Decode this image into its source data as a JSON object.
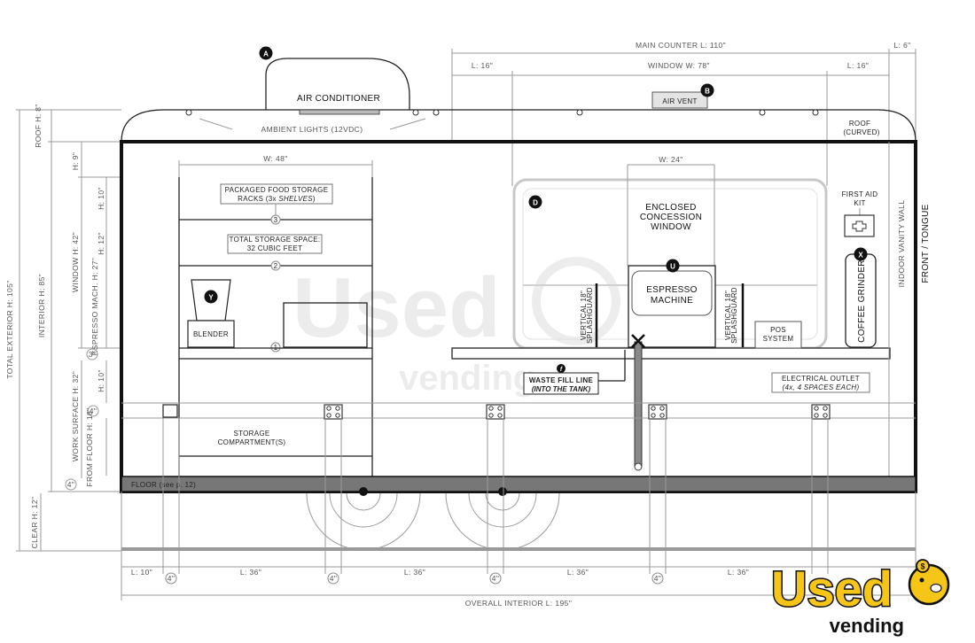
{
  "dimensions": {
    "main_counter": "MAIN COUNTER L: 110\"",
    "l6": "L: 6\"",
    "l16_left": "L: 16\"",
    "window_w": "WINDOW W: 78\"",
    "l16_right": "L: 16\"",
    "w48": "W: 48\"",
    "w24": "W: 24\"",
    "roof_h": "ROOF H: 8\"",
    "total_ext": "TOTAL EXTERIOR H: 105\"",
    "interior_h": "INTERIOR H: 85\"",
    "h9": "H: 9\"",
    "window_h": "WINDOW H: 42\"",
    "h10a": "H: 10\"",
    "h12": "H: 12\"",
    "espresso_h": "ESPRESSO MACH. H: 27\"",
    "work_surface": "WORK SURFACE H: 32\"",
    "h10b": "H: 10\"",
    "from_floor": "FROM FLOOR H: 18\"",
    "clear": "CLEAR H: 12\"",
    "three": "3\"",
    "four_a": "4\"",
    "four_b": "4\"",
    "bottom": [
      "L: 10\"",
      "4\"",
      "L: 36\"",
      "4\"",
      "L: 36\"",
      "4\"",
      "L: 36\"",
      "4\"",
      "L: 36\""
    ],
    "overall": "OVERALL INTERIOR L: 195\""
  },
  "labels": {
    "air_conditioner": "AIR CONDITIONER",
    "air_vent": "AIR VENT",
    "ambient_lights": "AMBIENT LIGHTS (12VDC)",
    "roof": "ROOF",
    "roof_sub": "(CURVED)",
    "pkg_food_1": "PACKAGED FOOD STORAGE",
    "pkg_food_2": "RACKS (3x ",
    "pkg_food_2i": "SHELVES",
    "pkg_food_2e": ")",
    "total_storage_1": "TOTAL STORAGE SPACE:",
    "total_storage_2": "32 CUBIC FEET",
    "enclosed_1": "ENCLOSED",
    "enclosed_2": "CONCESSION",
    "enclosed_3": "WINDOW",
    "first_aid_1": "FIRST AID",
    "first_aid_2": "KIT",
    "indoor_vanity": "INDOOR VANITY WALL",
    "front_tongue": "FRONT / TONGUE",
    "blender": "BLENDER",
    "espresso_1": "ESPRESSO",
    "espresso_2": "MACHINE",
    "splash_1": "VERTICAL 18\"",
    "splash_2": "SPLASHGUARD",
    "pos_1": "POS",
    "pos_2": "SYSTEM",
    "coffee_grinder": "COFFEE GRINDER",
    "waste_1": "WASTE FILL LINE",
    "waste_2": "(INTO THE TANK)",
    "electrical_1": "ELECTRICAL OUTLET",
    "electrical_2": "(4x, 4 SPACES EACH)",
    "storage_1": "STORAGE",
    "storage_2": "COMPARTMENT(S)",
    "floor": "FLOOR (see p. 12)",
    "shelf_nums": [
      "3",
      "2",
      "1"
    ]
  },
  "markers": {
    "A": "A",
    "B": "B",
    "D": "D",
    "U": "U",
    "X": "X",
    "Y": "Y",
    "f": "f"
  },
  "watermark": {
    "used": "Used",
    "vending": "vending"
  },
  "logo": {
    "used": "Used",
    "vending": "vending",
    "primary_color": "#f5c518",
    "outline_color": "#111111"
  }
}
